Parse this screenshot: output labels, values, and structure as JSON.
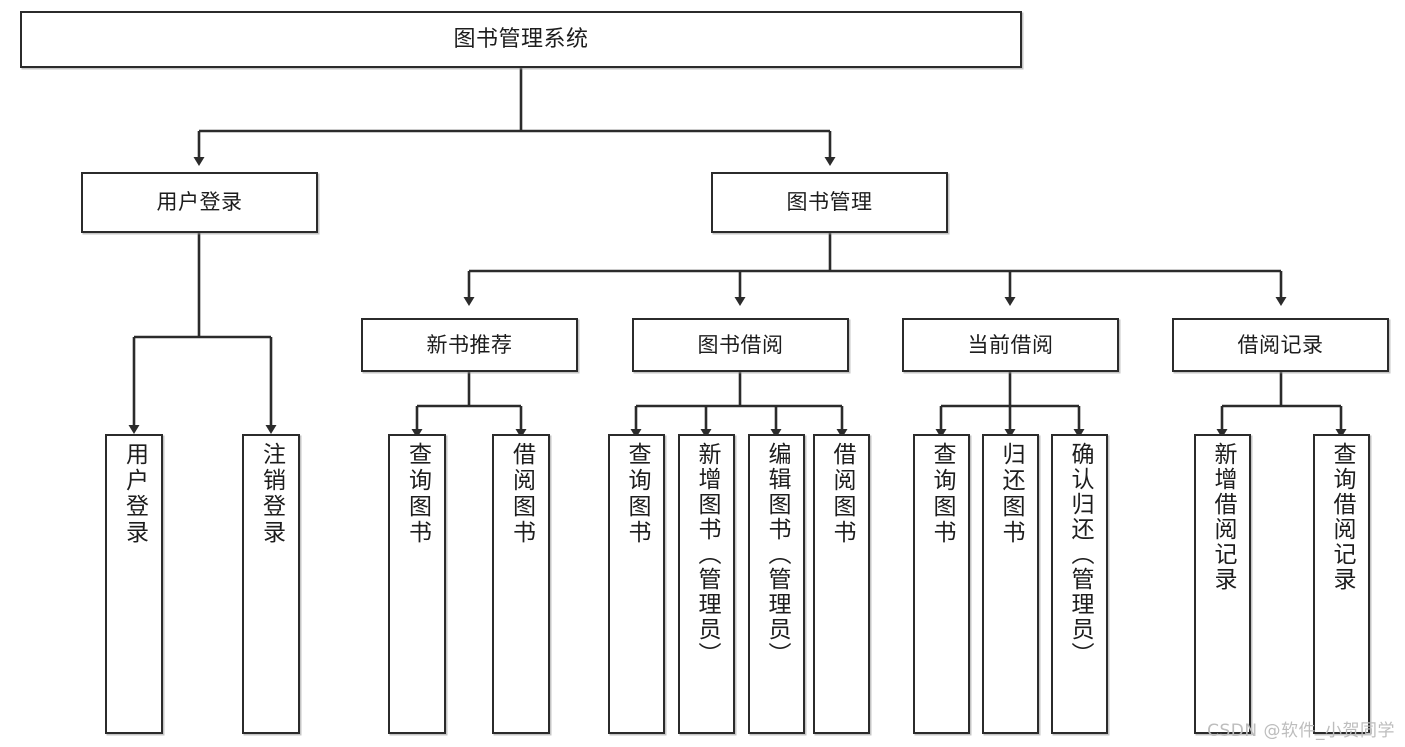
{
  "diagram": {
    "title": "图书管理系统",
    "type": "tree",
    "style": {
      "box_border_color": "#2b2b2b",
      "box_fill_color": "#ffffff",
      "line_color": "#2b2b2b",
      "background_color": "#ffffff",
      "watermark_color": "#bdbdbd"
    },
    "root": {
      "label": "图书管理系统"
    },
    "level2": [
      {
        "label": "用户登录"
      },
      {
        "label": "图书管理"
      }
    ],
    "level3": [
      {
        "label": "新书推荐"
      },
      {
        "label": "图书借阅"
      },
      {
        "label": "当前借阅"
      },
      {
        "label": "借阅记录"
      }
    ],
    "leaves": {
      "user_login": [
        {
          "label": "用户登录"
        },
        {
          "label": "注销登录"
        }
      ],
      "new_book_recommend": [
        {
          "label": "查询图书"
        },
        {
          "label": "借阅图书"
        }
      ],
      "book_borrow": [
        {
          "label": "查询图书"
        },
        {
          "label": "新增图书（管理员）"
        },
        {
          "label": "编辑图书（管理员）"
        },
        {
          "label": "借阅图书"
        }
      ],
      "current_borrow": [
        {
          "label": "查询图书"
        },
        {
          "label": "归还图书"
        },
        {
          "label": "确认归还（管理员）"
        }
      ],
      "borrow_record": [
        {
          "label": "新增借阅记录"
        },
        {
          "label": "查询借阅记录"
        }
      ]
    }
  },
  "watermark": {
    "text": "CSDN @软件_小贺同学"
  }
}
